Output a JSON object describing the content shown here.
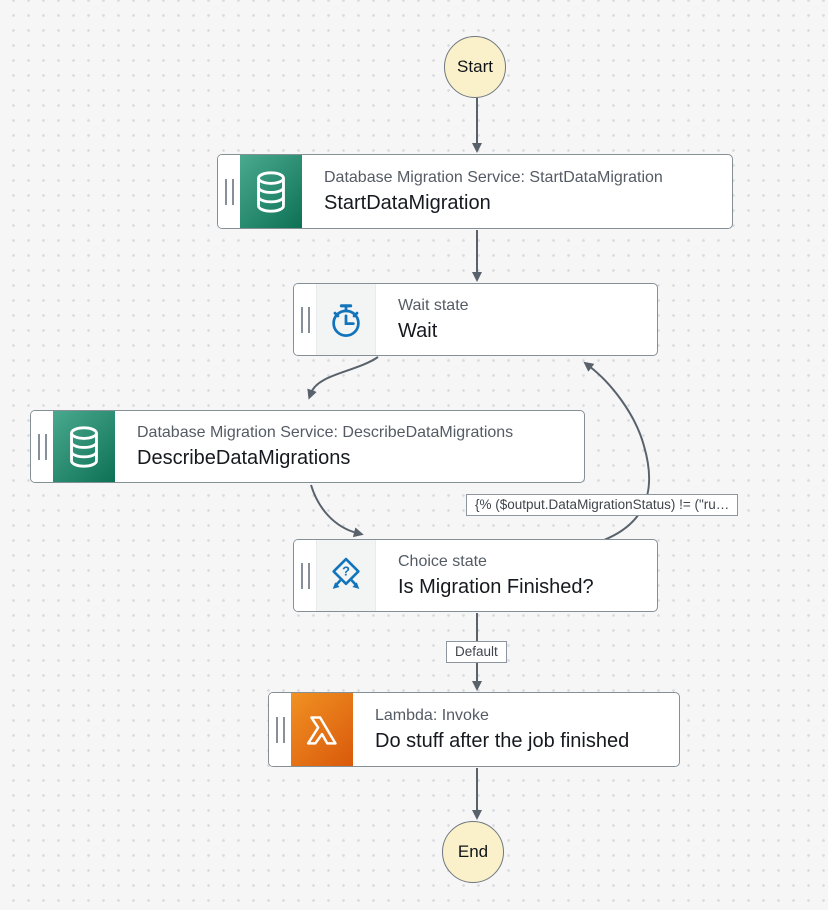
{
  "canvas": {
    "background": "#f6f6f7",
    "dot_color": "#d8dade"
  },
  "terminals": {
    "start_label": "Start",
    "end_label": "End"
  },
  "nodes": [
    {
      "id": "StartDataMigration",
      "type_label": "Database Migration Service: StartDataMigration",
      "name": "StartDataMigration",
      "icon": "dms-database-icon"
    },
    {
      "id": "Wait",
      "type_label": "Wait state",
      "name": "Wait",
      "icon": "stopwatch-icon"
    },
    {
      "id": "DescribeDataMigrations",
      "type_label": "Database Migration Service: DescribeDataMigrations",
      "name": "DescribeDataMigrations",
      "icon": "dms-database-icon"
    },
    {
      "id": "IsMigrationFinished",
      "type_label": "Choice state",
      "name": "Is Migration Finished?",
      "icon": "choice-branch-icon"
    },
    {
      "id": "DoStuff",
      "type_label": "Lambda: Invoke",
      "name": "Do stuff after the job finished",
      "icon": "lambda-icon"
    }
  ],
  "edge_labels": {
    "condition": "{% ($output.DataMigrationStatus) != (\"ru…",
    "default": "Default"
  },
  "colors": {
    "edge": "#59626b",
    "node_border": "#858f96",
    "type_text": "#545b64",
    "name_text": "#16191f",
    "terminal_fill": "#faf1ca",
    "terminal_border": "#6f7780",
    "dms_gradient_start": "#4aa98f",
    "dms_gradient_end": "#0d7155",
    "lambda_gradient_start": "#f19123",
    "lambda_gradient_end": "#d9590b",
    "blue_icon": "#1274bb"
  }
}
